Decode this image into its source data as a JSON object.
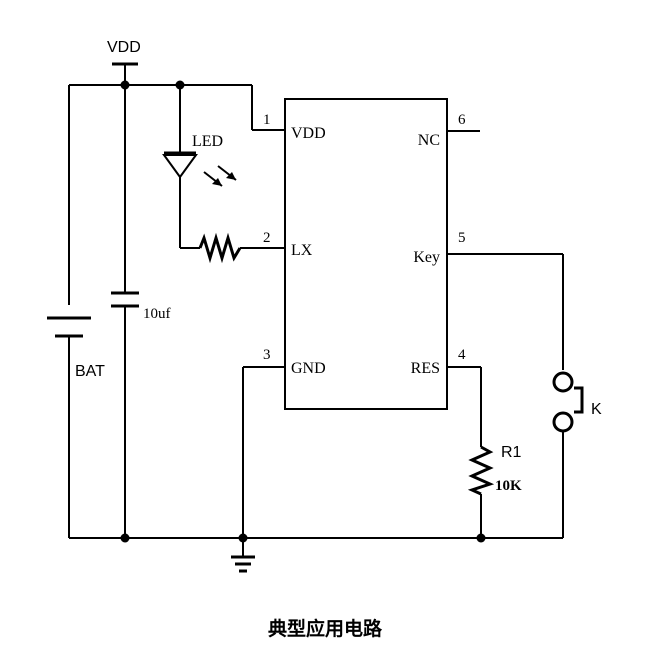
{
  "labels": {
    "vdd_rail": "VDD",
    "led": "LED",
    "capacitor": "10uf",
    "battery": "BAT",
    "resistor_name": "R1",
    "resistor_value": "10K",
    "switch": "K"
  },
  "ic": {
    "pins": [
      {
        "number": "1",
        "name": "VDD"
      },
      {
        "number": "2",
        "name": "LX"
      },
      {
        "number": "3",
        "name": "GND"
      },
      {
        "number": "4",
        "name": "RES"
      },
      {
        "number": "5",
        "name": "Key"
      },
      {
        "number": "6",
        "name": "NC"
      }
    ]
  },
  "caption": "典型应用电路"
}
